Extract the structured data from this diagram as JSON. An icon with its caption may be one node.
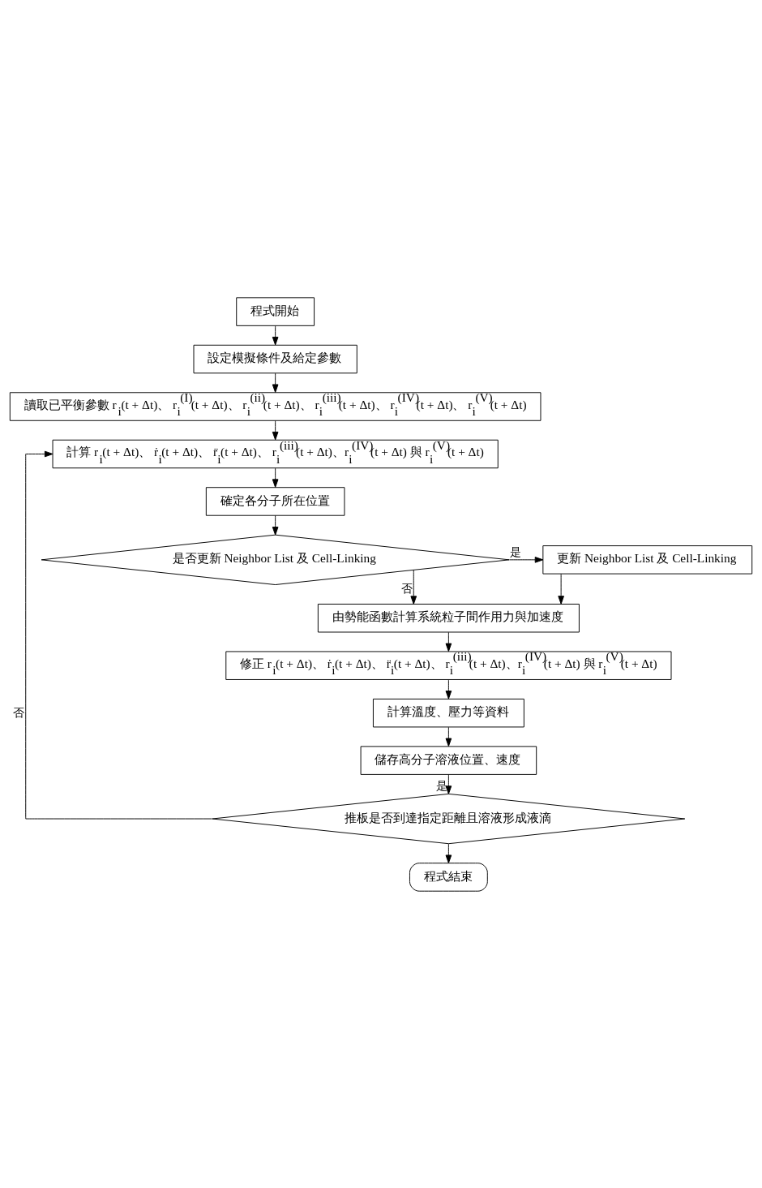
{
  "diagram": {
    "nodes": [
      {
        "text": [
          "程式開始"
        ]
      },
      {
        "text": [
          "設定模擬條件及給定參數"
        ]
      },
      {
        "text": [
          "讀取已平衡參數 r$_{i}$(t + Δt)、 r$_{i}$$^{(I)}$(t + Δt)、 r$_{i}$$^{(ii)}$(t + Δt)、 r$_{i}$$^{(iii)}$(t + Δt)、 r$_{i}$$^{(IV)}$(t + Δt)、 r$_{i}$$^{(V)}$(t + Δt)"
        ]
      },
      {
        "text": [
          "計算 r$_{i}$(t + Δt)、 ṙ$_{i}$(t + Δt)、 r̈$_{i}$(t + Δt)、 r$_{i}$$^{(iii)}$(t + Δt)、r$_{i}$$^{(IV)}$(t + Δt) 與 r$_{i}$$^{(V)}$(t + Δt)"
        ]
      },
      {
        "text": [
          "確定各分子所在位置"
        ]
      },
      {
        "text": [
          "是否更新 Neighbor List 及 Cell-Linking"
        ]
      },
      {
        "text": [
          "更新 Neighbor List 及 Cell-Linking"
        ]
      },
      {
        "text": [
          "由勢能函數計算系統粒子間作用力與加速度"
        ]
      },
      {
        "text": [
          "修正 r$_{i}$(t + Δt)、 ṙ$_{i}$(t + Δt)、 r̈$_{i}$(t + Δt)、 r$_{i}$$^{(iii)}$(t + Δt)、r$_{i}$$^{(IV)}$(t + Δt) 與 r$_{i}$$^{(V)}$(t + Δt)"
        ]
      },
      {
        "text": [
          "計算溫度、壓力等資料"
        ]
      },
      {
        "text": [
          "儲存高分子溶液位置、速度"
        ]
      },
      {
        "text": [
          "推板是否到達指定距離且溶液形成液滴"
        ]
      },
      {
        "text": [
          "程式結束"
        ]
      }
    ],
    "edges": [
      {
        "from": 0,
        "to": 1,
        "arrow": "to"
      },
      {
        "from": 1,
        "to": 2,
        "arrow": "to"
      },
      {
        "from": 2,
        "to": 3,
        "arrow": "to"
      },
      {
        "from": 3,
        "to": 4,
        "arrow": "to"
      },
      {
        "from": 4,
        "to": 5,
        "arrow": "to"
      },
      {
        "from": 5,
        "to": 6,
        "label": "是",
        "arrow": "to"
      },
      {
        "from": 5,
        "to": 7,
        "label": "否",
        "arrow": "to"
      },
      {
        "from": 6,
        "to": 7,
        "arrow": "to"
      },
      {
        "from": 7,
        "to": 8,
        "arrow": "to"
      },
      {
        "from": 8,
        "to": 9,
        "arrow": "to"
      },
      {
        "from": 9,
        "to": 10,
        "arrow": "to"
      },
      {
        "from": 10,
        "to": 11,
        "label": "是",
        "arrow": "to"
      },
      {
        "from": 11,
        "to": 3,
        "label": "否",
        "arrow": "to"
      },
      {
        "from": 11,
        "to": 12,
        "arrow": "to"
      }
    ]
  }
}
